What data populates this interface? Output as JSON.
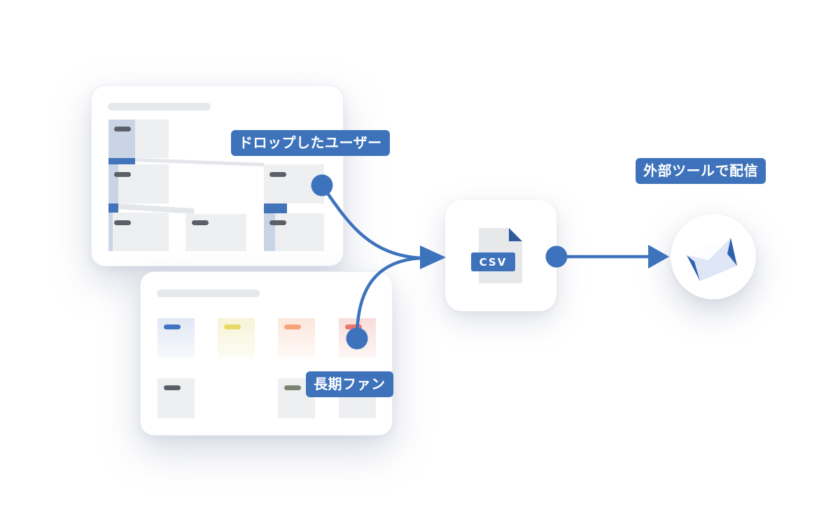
{
  "labels": {
    "dropped_users": "ドロップしたユーザー",
    "long_term_fans": "長期ファン",
    "external_delivery": "外部ツールで配信"
  },
  "file": {
    "format": "CSV"
  },
  "icons": {
    "file": "file-icon",
    "mail": "mail-icon"
  },
  "colors": {
    "accent": "#3e73bb",
    "pill_dark": "#5b6068",
    "pill_blue": "#3f74c2",
    "pill_yellow": "#ead865",
    "pill_orange": "#f6a27a",
    "pill_red": "#e9776c",
    "pill_olive": "#7d8372"
  }
}
